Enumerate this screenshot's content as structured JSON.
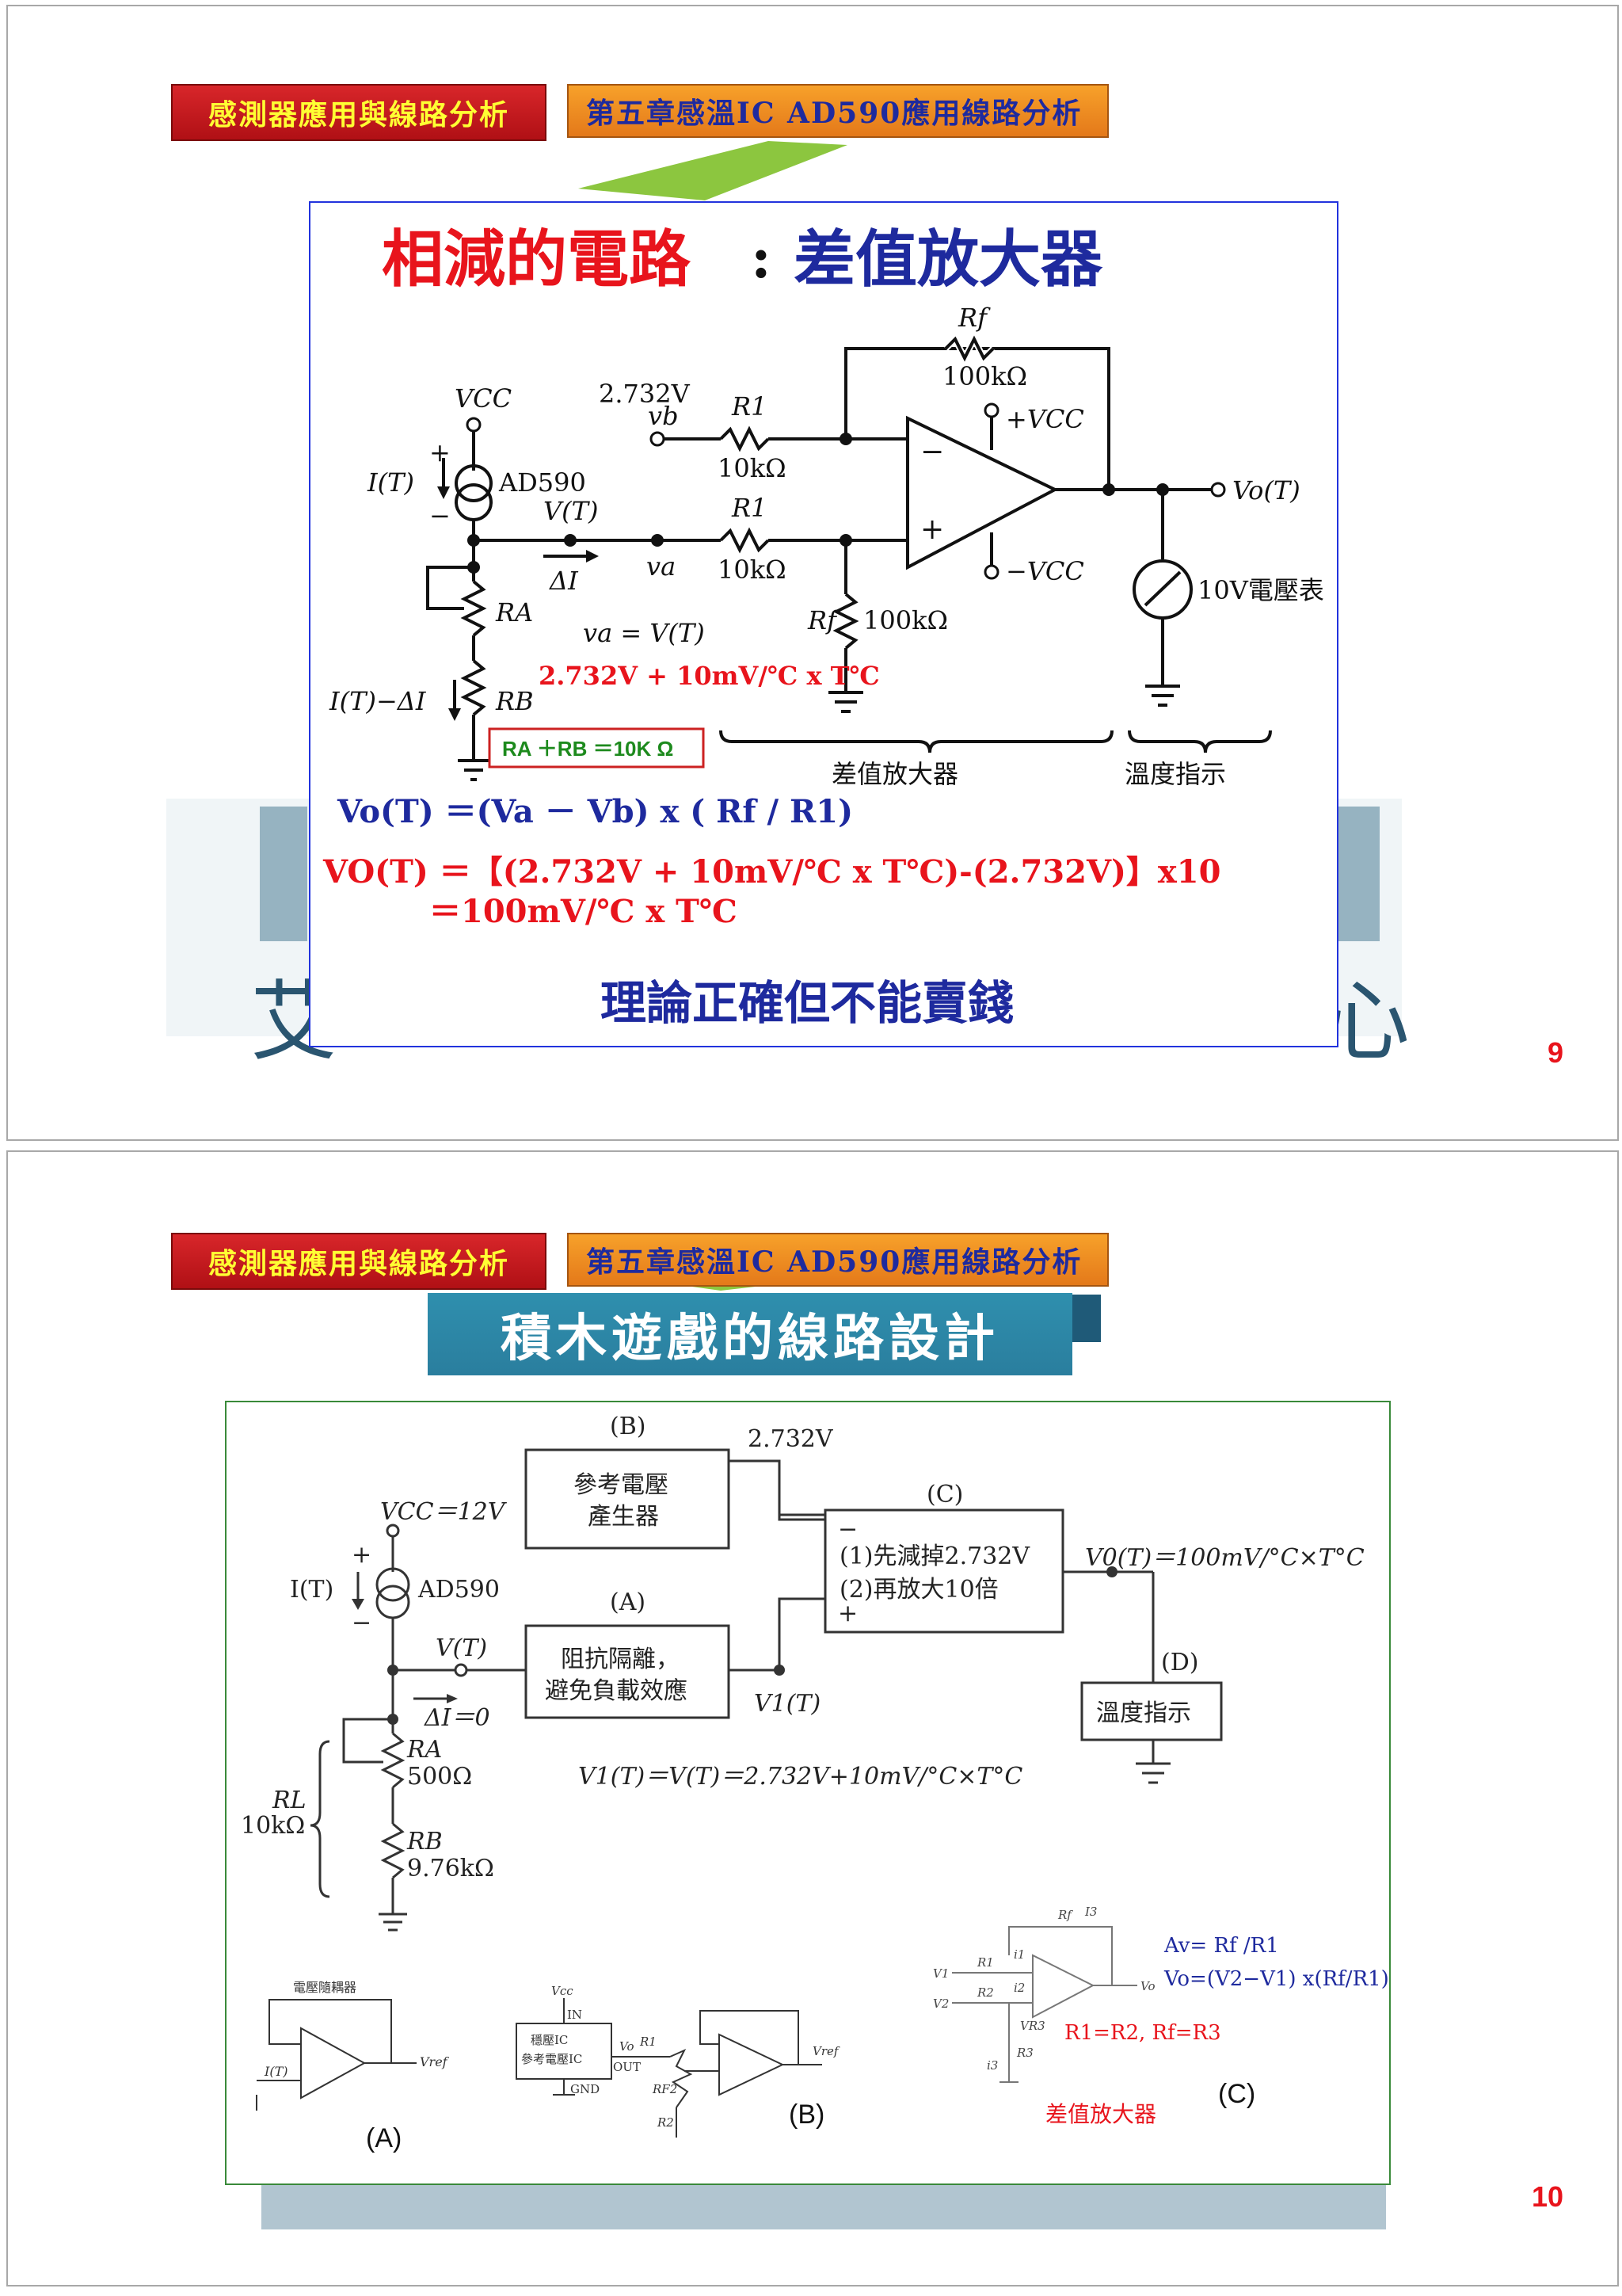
{
  "slide9": {
    "course_tag": "感測器應用與線路分析",
    "chapter_tag": "第五章感溫IC AD590應用線路分析",
    "title_red": "相減的電路",
    "title_colon": ":",
    "title_blue": "差值放大器",
    "labels": {
      "rf_top": "Rf",
      "rf_top_value": "100kΩ",
      "vref": "2.732V",
      "vb": "vb",
      "r1_top": "R1",
      "r1_top_value": "10kΩ",
      "r1_bottom": "R1",
      "r1_bottom_value": "10kΩ",
      "vcc": "VCC",
      "plus_vcc": "+VCC",
      "minus_vcc": "−VCC",
      "current": "I(T)",
      "ad590": "AD590",
      "vt": "V(T)",
      "va": "va",
      "delta_i": "ΔI",
      "ra": "RA",
      "rb": "RB",
      "i_minus_delta": "I(T)−ΔI",
      "rf_bottom": "Rf",
      "rf_bottom_value": "100kΩ",
      "va_eq": "va = V(T)",
      "va_expr": "2.732V + 10mV/℃ x T℃",
      "output": "Vo(T)",
      "meter": "10V電壓表",
      "brace_amp": "差值放大器",
      "brace_temp": "溫度指示",
      "rarb_box": "RA ＋RB ＝10K Ω",
      "op_minus": "−",
      "op_plus": "+",
      "plus_sign": "+",
      "minus_sign": "−"
    },
    "eq1": "Vo(T) ＝(Va － Vb) x ( Rf / R1)",
    "eq2_line1": "VO(T) ＝【(2.732V + 10mV/℃ x T℃)-(2.732V)】x10",
    "eq2_line2": "＝100mV/℃ x T℃",
    "footer": "理論正確但不能賣錢",
    "page": "9",
    "bg_text_left": "艾",
    "bg_text_right": "心"
  },
  "slide10": {
    "course_tag": "感測器應用與線路分析",
    "chapter_tag": "第五章感溫IC AD590應用線路分析",
    "title": "積木遊戲的線路設計",
    "labels": {
      "b_tag": "(B)",
      "b_line1": "參考電壓",
      "b_line2": "產生器",
      "vref": "2.732V",
      "c_tag": "(C)",
      "c_line1": "(1)先減掉2.732V",
      "c_line2": "(2)再放大10倍",
      "c_minus": "−",
      "c_plus": "+",
      "vcc": "VCC＝12V",
      "a_tag": "(A)",
      "a_line1": "阻抗隔離，",
      "a_line2": "避免負載效應",
      "v1": "V1(T)",
      "v0": "V0(T)＝100mV/°C×T°C",
      "d_tag": "(D)",
      "d_text": "溫度指示",
      "current": "I(T)",
      "ad590": "AD590",
      "vt": "V(T)",
      "delta_zero": "ΔI＝0",
      "ra": "RA",
      "ra_value": "500Ω",
      "rl": "RL",
      "rl_value": "10kΩ",
      "rb": "RB",
      "rb_value": "9.76kΩ",
      "v1_eq": "V1(T)＝V(T)＝2.732V+10mV/°C×T°C",
      "plus_sign": "+",
      "minus_sign": "−"
    },
    "thumb_a": {
      "title": "電壓隨耦器",
      "label": "(A)",
      "in": "I(T)",
      "out": "Vref"
    },
    "thumb_b": {
      "vcc": "Vcc",
      "in": "IN",
      "ic1": "穩壓IC",
      "ic2": "參考電壓IC",
      "out": "OUT",
      "gnd": "GND",
      "r1": "R1",
      "vo": "Vo",
      "rf2": "RF2",
      "r2": "R2",
      "vref": "Vref",
      "label": "(B)"
    },
    "thumb_c": {
      "rf": "Rf",
      "i3": "I3",
      "v1": "V1",
      "v2": "V2",
      "r1": "R1",
      "r2": "R2",
      "i1": "i1",
      "i2": "i2",
      "vr3": "VR3",
      "r3": "R3",
      "i3b": "i3",
      "vo": "Vo",
      "av": "Av= Rf /R1",
      "vo_eq": "Vo=(V2−V1) x(Rf/R1)",
      "cond": "R1=R2, Rf=R3",
      "caption": "差值放大器",
      "label": "(C)"
    },
    "page": "10"
  },
  "colors": {
    "red": "#e8141c",
    "blue": "#1e2a9e",
    "green_border": "#3a8a3a",
    "teal": "#2a8fa8"
  }
}
